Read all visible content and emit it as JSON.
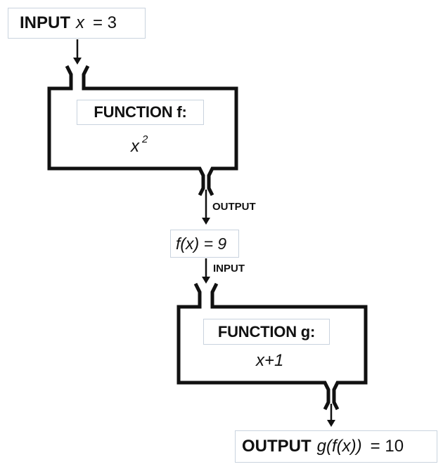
{
  "input": {
    "keyword": "INPUT",
    "variable": "x",
    "value_text": "= 3"
  },
  "function_f": {
    "title": "FUNCTION f:",
    "base": "x",
    "exponent": "2"
  },
  "arrow_labels": {
    "output": "OUTPUT",
    "input": "INPUT"
  },
  "intermediate": {
    "expression": "f(x) = 9"
  },
  "function_g": {
    "title": "FUNCTION g:",
    "expression": "x+1"
  },
  "output": {
    "keyword": "OUTPUT",
    "expression": "g(f(x))",
    "value_text": "= 10"
  }
}
